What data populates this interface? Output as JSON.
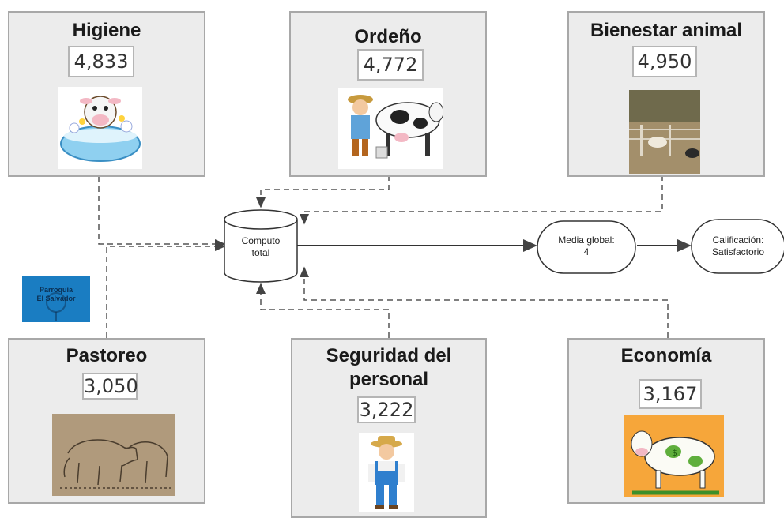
{
  "cards": [
    {
      "key": "higiene",
      "title": "Higiene",
      "value": "4,833",
      "image": "baby-cow-in-tub"
    },
    {
      "key": "ordeno",
      "title": "Ordeño",
      "value": "4,772",
      "image": "person-milking-cow"
    },
    {
      "key": "bienestar",
      "title": "Bienestar animal",
      "value": "4,950",
      "image": "cattle-pen-photo"
    },
    {
      "key": "pastoreo",
      "title": "Pastoreo",
      "value": "3,050",
      "image": "cattle-sketch"
    },
    {
      "key": "seguridad",
      "title_line1": "Seguridad del",
      "title_line2": "personal",
      "value": "3,222",
      "image": "farmer-in-overalls"
    },
    {
      "key": "economia",
      "title": "Economía",
      "value": "3,167",
      "image": "money-cow"
    }
  ],
  "center": {
    "line1": "Computo",
    "line2": "total"
  },
  "media": {
    "line1": "Media global:",
    "line2": "4"
  },
  "calificacion": {
    "line1": "Calificación:",
    "line2": "Satisfactorio"
  },
  "logo": {
    "line1": "Parroquia",
    "line2": "El Salvador"
  },
  "colors": {
    "card_bg": "#ececec",
    "card_border": "#a8a8a8",
    "logo_bg": "#1a7dc2",
    "arrow": "#444444"
  }
}
